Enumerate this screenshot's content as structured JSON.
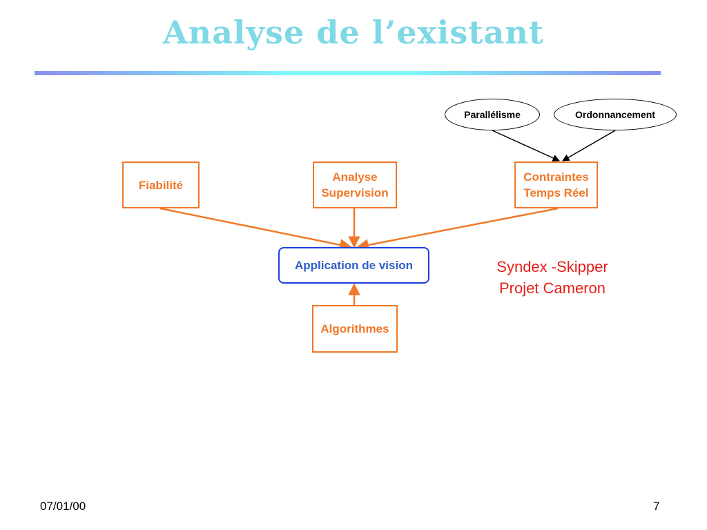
{
  "slide": {
    "title": "Analyse de l’existant",
    "date": "07/01/00",
    "page_number": "7"
  },
  "diagram": {
    "ellipses": {
      "parallelisme": "Parallélisme",
      "ordonnancement": "Ordonnancement"
    },
    "boxes": {
      "fiabilite": "Fiabilité",
      "analyse_line1": "Analyse",
      "analyse_line2": "Supervision",
      "contraintes_line1": "Contraintes",
      "contraintes_line2": "Temps Réel",
      "application": "Application de vision",
      "algorithmes": "Algorithmes"
    },
    "note": {
      "line1": "Syndex -Skipper",
      "line2": "Projet Cameron"
    }
  },
  "colors": {
    "title": "#7fd8e6",
    "orange": "#f07828",
    "blue_border": "#1a3fe0",
    "blue_text": "#2f5fc4",
    "note_red": "#e8201a"
  }
}
